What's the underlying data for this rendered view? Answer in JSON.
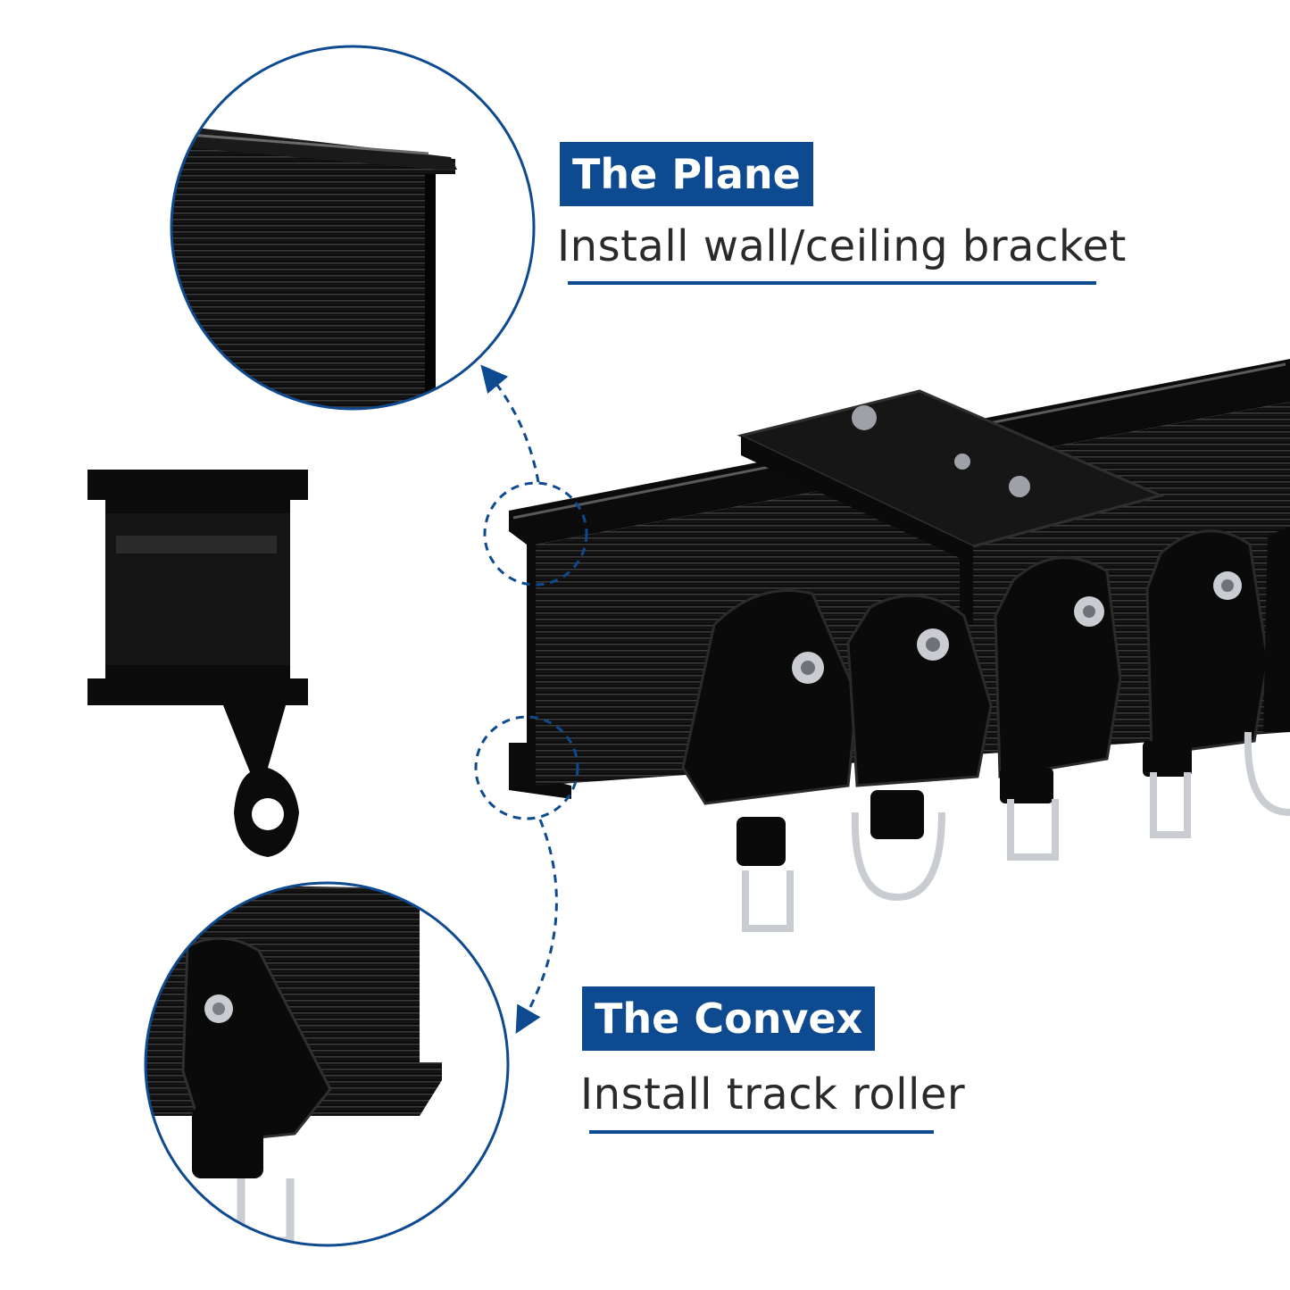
{
  "plane": {
    "title": "The Plane",
    "caption": "Install wall/ceiling bracket"
  },
  "convex": {
    "title": "The Convex",
    "caption": "Install track roller"
  },
  "colors": {
    "accent": "#0e4a8f",
    "product": "#0b0b0b",
    "metal": "#c9ccd1",
    "text": "#2a2a2a",
    "background": "#ffffff"
  }
}
